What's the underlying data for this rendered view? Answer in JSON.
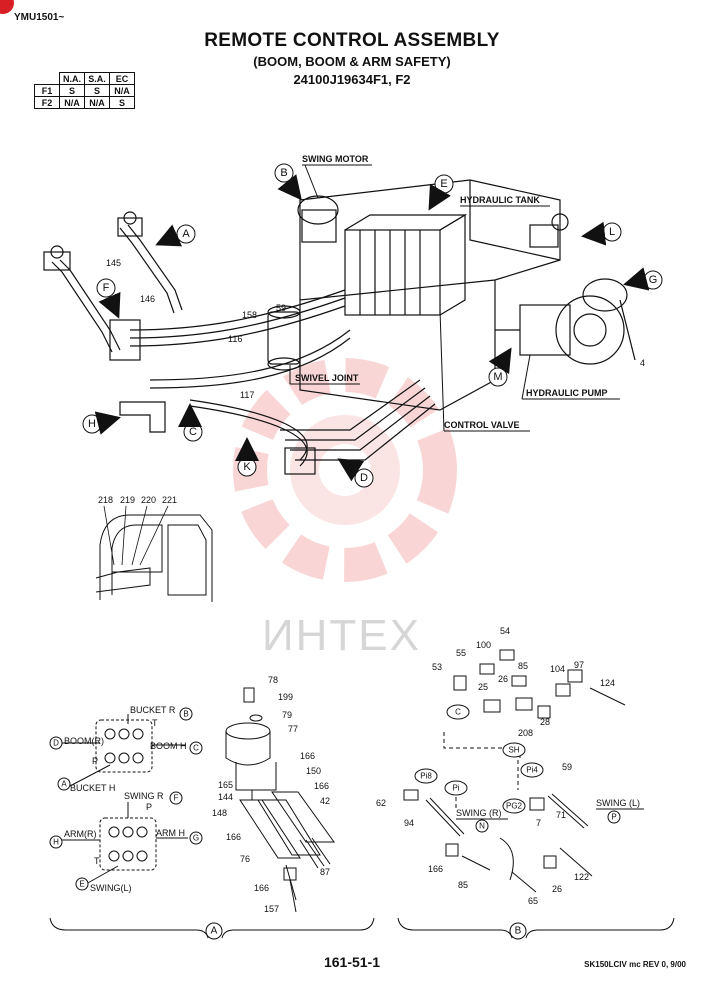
{
  "doc_code": "YMU1501~",
  "title": "REMOTE CONTROL ASSEMBLY",
  "subtitle": "(BOOM, BOOM & ARM SAFETY)",
  "part_number": "24100J19634F1, F2",
  "variant_table": {
    "headers": [
      "N.A.",
      "S.A.",
      "EC"
    ],
    "rows": [
      {
        "label": "F1",
        "cells": [
          "S",
          "S",
          "N/A"
        ]
      },
      {
        "label": "F2",
        "cells": [
          "N/A",
          "N/A",
          "S"
        ]
      }
    ]
  },
  "component_labels": {
    "swing_motor": "SWING MOTOR",
    "hydraulic_tank": "HYDRAULIC TANK",
    "swivel_joint": "SWIVEL JOINT",
    "control_valve": "CONTROL VALVE",
    "hydraulic_pump": "HYDRAULIC PUMP"
  },
  "callouts_main": [
    "A",
    "B",
    "C",
    "D",
    "E",
    "F",
    "G",
    "H",
    "K",
    "L",
    "M"
  ],
  "part_numbers_main": {
    "p145": "145",
    "p146": "146",
    "p158": "158",
    "p59": "59",
    "p116": "116",
    "p117": "117",
    "p4": "4"
  },
  "cab_parts": [
    "218",
    "219",
    "220",
    "221"
  ],
  "watermark": "ИНТЕХ",
  "detail_a": {
    "pattern_labels": {
      "bucket_r": "BUCKET R",
      "boom_r": "BOOM(R)",
      "boom_h": "BOOM H",
      "bucket_h": "BUCKET H",
      "swing_r": "SWING R",
      "arm_r": "ARM(R)",
      "arm_h": "ARM H",
      "swing_l": "SWING(L)",
      "t": "T",
      "p": "P"
    },
    "pattern_callouts": {
      "top1": [
        "B",
        "D",
        "C",
        "A"
      ],
      "top2": [
        "F",
        "H",
        "G",
        "E"
      ]
    },
    "parts": [
      "78",
      "199",
      "79",
      "77",
      "166",
      "150",
      "166",
      "42",
      "165",
      "144",
      "148",
      "166",
      "76",
      "87",
      "166",
      "157"
    ],
    "section_label": "A"
  },
  "detail_b": {
    "parts": [
      "54",
      "100",
      "53",
      "55",
      "85",
      "104",
      "97",
      "124",
      "25",
      "26",
      "28",
      "208",
      "59",
      "62",
      "94",
      "166",
      "85",
      "7",
      "71",
      "26",
      "122",
      "65"
    ],
    "ports": {
      "c": "C",
      "sh": "SH",
      "pi8": "Pi8",
      "pi": "Pi",
      "pi4": "Pi4",
      "pg2": "PG2"
    },
    "swing_r": "SWING (R)",
    "swing_r_callout": "N",
    "swing_l": "SWING (L)",
    "swing_l_callout": "P",
    "section_label": "B"
  },
  "page_number": "161-51-1",
  "revision": "SK150LCIV mc REV 0, 9/00"
}
